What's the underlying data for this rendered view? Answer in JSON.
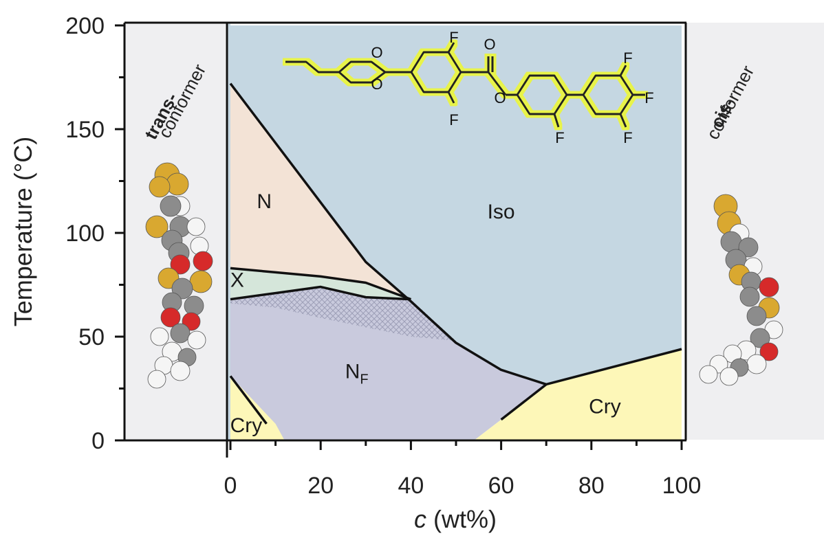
{
  "chart_data": {
    "type": "area",
    "title": "",
    "xlabel_var": "c",
    "xlabel_unit": " (wt%)",
    "ylabel": "Temperature (°C)",
    "xlim": [
      0,
      100
    ],
    "ylim": [
      0,
      200
    ],
    "xticks": [
      0,
      20,
      40,
      60,
      80,
      100
    ],
    "yticks": [
      0,
      50,
      100,
      150,
      200
    ],
    "colors": {
      "iso": "#c5d7e2",
      "nematic": "#f3e3d6",
      "x_phase": "#d5e6da",
      "nf": "#c9cadd",
      "cry": "#fdf7b8",
      "hatch": "#8a8ca6",
      "side_panel": "#efeff1",
      "chem_glow": "#e8f34a"
    },
    "regions": [
      {
        "name": "Iso",
        "label": "Iso",
        "label_at": [
          60,
          107
        ],
        "polygon": [
          [
            0,
            200
          ],
          [
            100,
            200
          ],
          [
            100,
            44
          ],
          [
            70,
            27
          ],
          [
            60,
            34
          ],
          [
            50,
            47
          ],
          [
            40,
            67
          ],
          [
            30,
            86
          ],
          [
            0,
            172
          ]
        ]
      },
      {
        "name": "N",
        "label": "N",
        "label_at": [
          7.5,
          112
        ],
        "polygon": [
          [
            0,
            172
          ],
          [
            30,
            86
          ],
          [
            40,
            67
          ],
          [
            31,
            69
          ],
          [
            20,
            72
          ],
          [
            10,
            77
          ],
          [
            0,
            78
          ]
        ]
      },
      {
        "name": "X",
        "label": "X",
        "label_at": [
          1.5,
          74
        ],
        "polygon": [
          [
            0,
            83
          ],
          [
            10,
            81
          ],
          [
            20,
            79
          ],
          [
            30,
            76
          ],
          [
            40,
            68
          ],
          [
            30,
            69
          ],
          [
            20,
            74
          ],
          [
            10,
            71
          ],
          [
            0,
            68
          ]
        ]
      },
      {
        "name": "NF",
        "label_base": "N",
        "label_sub": "F",
        "label_at": [
          28,
          30
        ],
        "polygon": [
          [
            0,
            68
          ],
          [
            10,
            71
          ],
          [
            20,
            74
          ],
          [
            30,
            69
          ],
          [
            40,
            68
          ],
          [
            50,
            47
          ],
          [
            60,
            34
          ],
          [
            70,
            27
          ],
          [
            60,
            10
          ],
          [
            54,
            0
          ],
          [
            12,
            0
          ],
          [
            8,
            8
          ],
          [
            0,
            31
          ]
        ]
      },
      {
        "name": "Cry-left",
        "label": "Cry",
        "label_at": [
          3.5,
          4
        ],
        "polygon": [
          [
            0,
            31
          ],
          [
            10,
            8
          ],
          [
            12,
            0
          ],
          [
            0,
            0
          ]
        ]
      },
      {
        "name": "Cry-right",
        "label": "Cry",
        "label_at": [
          83,
          13
        ],
        "polygon": [
          [
            54,
            0
          ],
          [
            60,
            10
          ],
          [
            70,
            27
          ],
          [
            100,
            44
          ],
          [
            100,
            0
          ]
        ]
      }
    ],
    "hatched_region": [
      [
        0,
        67
      ],
      [
        10,
        71
      ],
      [
        20,
        74
      ],
      [
        30,
        69
      ],
      [
        40,
        68
      ],
      [
        45,
        58
      ],
      [
        50,
        48
      ],
      [
        40,
        50
      ],
      [
        20,
        59
      ],
      [
        10,
        64
      ],
      [
        0,
        66
      ]
    ],
    "boundaries": [
      {
        "name": "iso-n",
        "points": [
          [
            0,
            172
          ],
          [
            30,
            86
          ],
          [
            40,
            67
          ],
          [
            50,
            47
          ],
          [
            60,
            34
          ],
          [
            70,
            27
          ],
          [
            100,
            44
          ]
        ]
      },
      {
        "name": "n-x",
        "points": [
          [
            0,
            83
          ],
          [
            10,
            81
          ],
          [
            20,
            79
          ],
          [
            30,
            76
          ],
          [
            40,
            68
          ]
        ]
      },
      {
        "name": "x-nf",
        "points": [
          [
            0,
            68
          ],
          [
            10,
            71
          ],
          [
            20,
            74
          ],
          [
            30,
            69
          ],
          [
            40,
            68
          ]
        ]
      },
      {
        "name": "nf-cry-left",
        "points": [
          [
            0,
            31
          ],
          [
            8,
            8
          ]
        ]
      },
      {
        "name": "nf-cry-right",
        "points": [
          [
            60,
            10
          ],
          [
            70,
            27
          ]
        ]
      }
    ],
    "side_panels": {
      "left": {
        "bold": "trans-",
        "normal": "conformer"
      },
      "right": {
        "bold": "cis-",
        "normal": "conformer"
      }
    },
    "molecule_atoms": [
      "F",
      "F",
      "O",
      "O",
      "O",
      "O",
      "F",
      "F",
      "F",
      "F"
    ]
  }
}
